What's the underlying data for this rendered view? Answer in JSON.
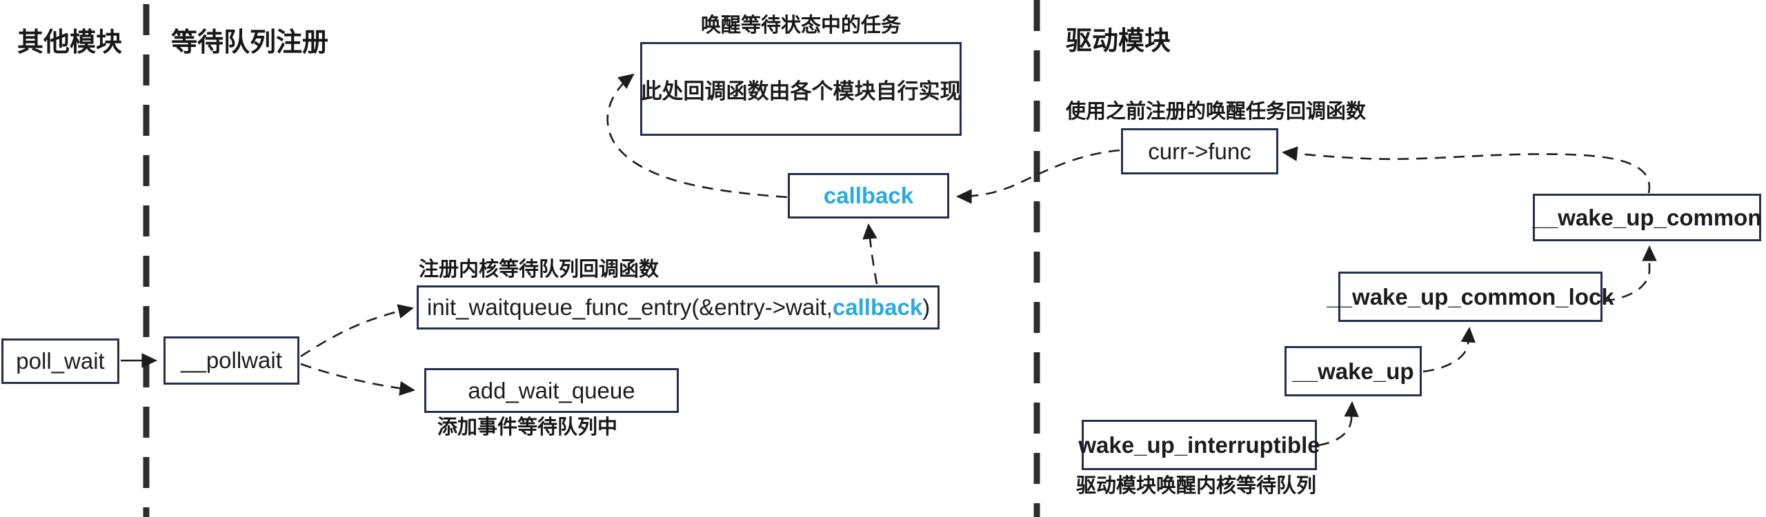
{
  "columns": {
    "other_modules": "其他模块",
    "waitqueue_register": "等待队列注册",
    "driver_module": "驱动模块"
  },
  "captions": {
    "wake_tasks": "唤醒等待状态中的任务",
    "use_registered_callback": "使用之前注册的唤醒任务回调函数",
    "register_callback": "注册内核等待队列回调函数",
    "add_to_waitqueue": "添加事件等待队列中",
    "driver_wakes": "驱动模块唤醒内核等待队列"
  },
  "nodes": {
    "poll_wait": {
      "label": "poll_wait"
    },
    "pollwait": {
      "label": "__pollwait"
    },
    "init_waitqueue": {
      "prefix": "init_waitqueue_func_entry(&entry->wait, ",
      "highlight": "callback",
      "suffix": ")"
    },
    "add_wait_queue": {
      "label": "add_wait_queue"
    },
    "callback": {
      "label": "callback"
    },
    "module_impl": {
      "label": "此处回调函数由各个模块自行实现"
    },
    "curr_func": {
      "label": "curr->func"
    },
    "wake_up_common": {
      "label": "__wake_up_common"
    },
    "wake_up_common_lock": {
      "label": "__wake_up_common_lock"
    },
    "wake_up": {
      "label": "__wake_up"
    },
    "wake_up_interruptible": {
      "label": "wake_up_interruptible"
    }
  },
  "colors": {
    "highlight_blue": "#29a9e1",
    "box_border": "#262e4e",
    "connector": "#1c1c1c",
    "separator": "#2d2d2d"
  }
}
